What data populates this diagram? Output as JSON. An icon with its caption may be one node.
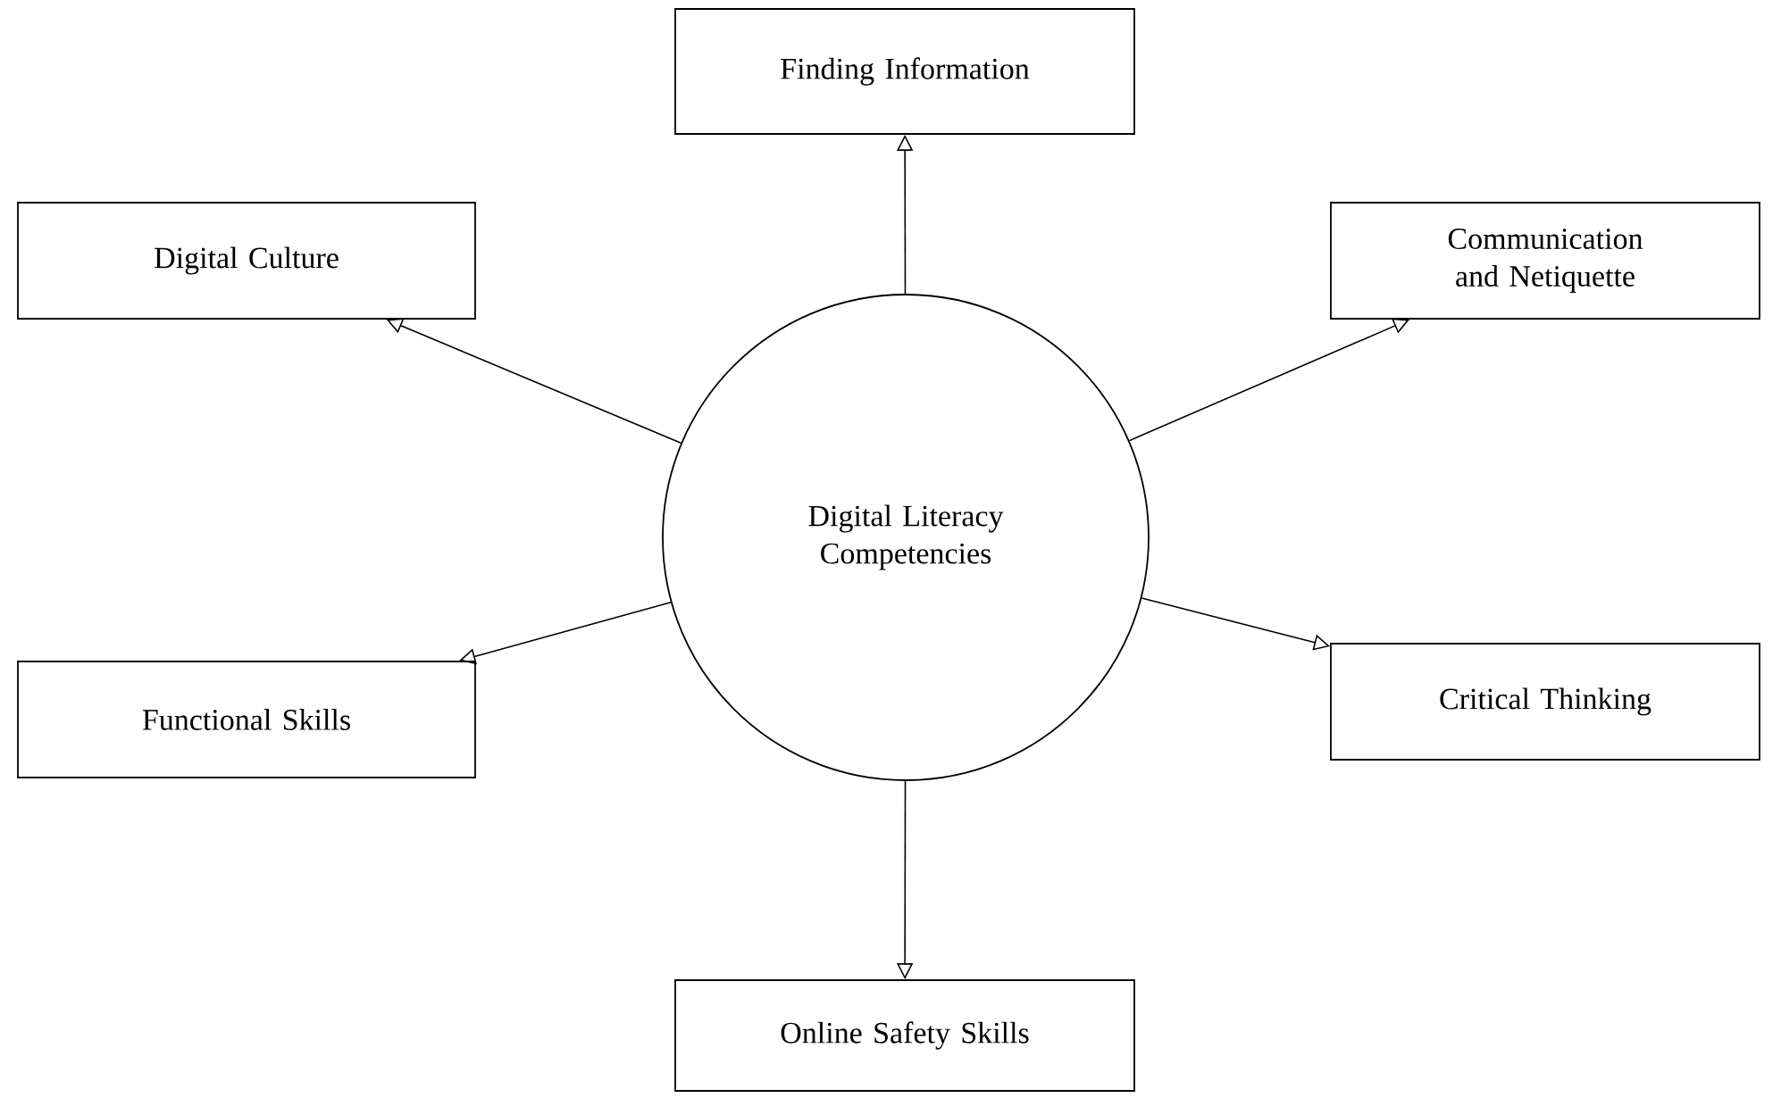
{
  "diagram": {
    "nodes": [
      {
        "text": [
          "Finding Information"
        ]
      },
      {
        "text": [
          "Digital Culture"
        ]
      },
      {
        "text": [
          "Communication and Netiquette"
        ]
      },
      {
        "text": [
          "Digital Literacy Competencies"
        ]
      },
      {
        "text": [
          "Functional Skills"
        ]
      },
      {
        "text": [
          "Critical Thinking"
        ]
      },
      {
        "text": [
          "Online Safety Skills"
        ]
      }
    ],
    "edges": [
      {
        "from": 3,
        "to": 0,
        "arrow": "to"
      },
      {
        "from": 3,
        "to": 1,
        "arrow": "to"
      },
      {
        "from": 3,
        "to": 2,
        "arrow": "to"
      },
      {
        "from": 3,
        "to": 4,
        "arrow": "to"
      },
      {
        "from": 3,
        "to": 5,
        "arrow": "to"
      },
      {
        "from": 3,
        "to": 6,
        "arrow": "to"
      }
    ]
  }
}
